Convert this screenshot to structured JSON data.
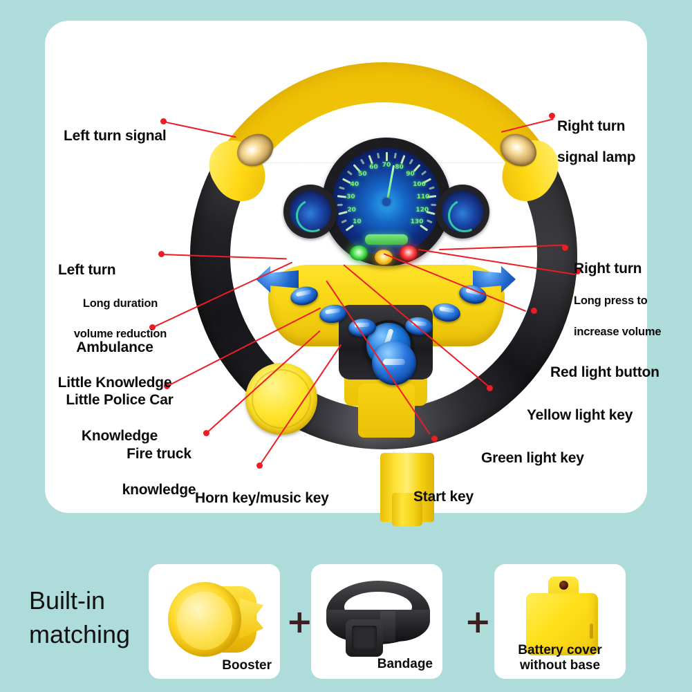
{
  "background_color": "#addcda",
  "card_color": "#ffffff",
  "accent_color": "#ee1c24",
  "product": {
    "name": "simulation steering wheel toy",
    "colors": {
      "yellow": "#ffd915",
      "black": "#1c1c20",
      "blue_button": "#1f66cc"
    }
  },
  "callouts": [
    {
      "id": "left-turn-signal",
      "title": "Left turn signal",
      "lines": []
    },
    {
      "id": "right-turn-signal-lamp",
      "title": "Right turn",
      "lines": [
        "signal lamp"
      ]
    },
    {
      "id": "left-turn",
      "title": "Left turn",
      "lines": [
        "Long duration",
        "volume reduction"
      ]
    },
    {
      "id": "right-turn",
      "title": "Right turn",
      "lines": [
        "Long press to",
        "increase volume"
      ]
    },
    {
      "id": "ambulance-little-knowledge",
      "title": "Ambulance",
      "lines": [
        "Little Knowledge"
      ]
    },
    {
      "id": "little-police-car-knowledge",
      "title": "Little Police Car",
      "lines": [
        "Knowledge"
      ]
    },
    {
      "id": "fire-truck-knowledge",
      "title": "Fire truck",
      "lines": [
        "knowledge"
      ]
    },
    {
      "id": "horn-key-music-key",
      "title": "Horn key/music key",
      "lines": []
    },
    {
      "id": "start-key",
      "title": "Start key",
      "lines": []
    },
    {
      "id": "green-light-key",
      "title": "Green light key",
      "lines": []
    },
    {
      "id": "yellow-light-key",
      "title": "Yellow light key",
      "lines": []
    },
    {
      "id": "red-light-button",
      "title": "Red light button",
      "lines": []
    }
  ],
  "labels": {
    "left_turn_signal": "Left turn signal",
    "right_turn_signal_lamp_l1": "Right turn",
    "right_turn_signal_lamp_l2": "signal lamp",
    "left_turn_title": "Left turn",
    "left_turn_sub1": "Long duration",
    "left_turn_sub2": "volume reduction",
    "right_turn_title": "Right turn",
    "right_turn_sub1": "Long press to",
    "right_turn_sub2": "increase volume",
    "ambulance_l1": "Ambulance",
    "ambulance_l2": "Little Knowledge",
    "police_l1": "Little Police Car",
    "police_l2": "Knowledge",
    "firetruck_l1": "Fire truck",
    "firetruck_l2": "knowledge",
    "horn_key": "Horn key/music key",
    "start_key": "Start key",
    "green_light_key": "Green light key",
    "yellow_light_key": "Yellow light key",
    "red_light_button": "Red light button"
  },
  "speedometer": {
    "numbers": [
      "10",
      "20",
      "30",
      "40",
      "50",
      "60",
      "70",
      "80",
      "90",
      "100",
      "110",
      "120",
      "130"
    ],
    "min": 10,
    "max": 130,
    "needle_value": 75,
    "dial_color": "#0e2f86",
    "number_color": "#7cf07c"
  },
  "indicator_lights": [
    {
      "name": "green-led",
      "color": "#46eb5a"
    },
    {
      "name": "yellow-led",
      "color": "#ffc328"
    },
    {
      "name": "red-led",
      "color": "#ff3c3c"
    }
  ],
  "bottom": {
    "title_line1": "Built-in",
    "title_line2": "matching",
    "separator": "+",
    "items": [
      {
        "id": "booster",
        "label": "Booster"
      },
      {
        "id": "bandage",
        "label": "Bandage"
      },
      {
        "id": "battery-cover",
        "label_l1": "Battery cover",
        "label_l2": "without base"
      }
    ]
  }
}
